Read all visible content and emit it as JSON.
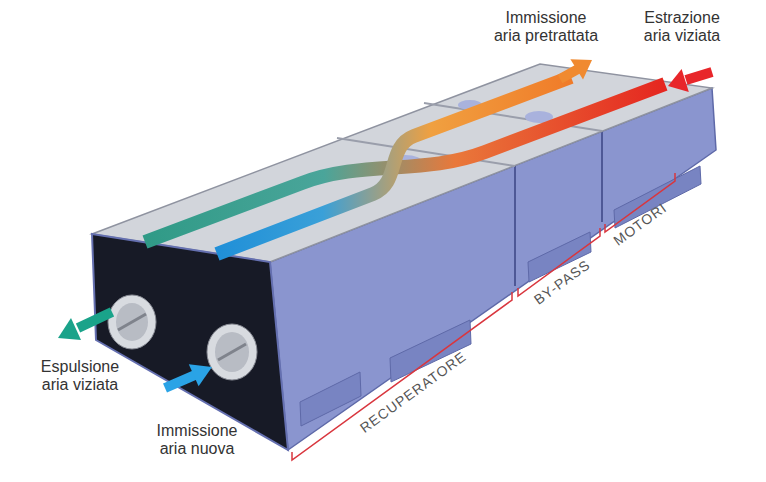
{
  "diagram": {
    "labels": [
      "Immissione aria pretrattata",
      "Estrazione aria viziata",
      "Espulsione aria viziata",
      "Immissione aria nuova",
      "RECUPERATORE",
      "BY-PASS",
      "MOTORI"
    ]
  }
}
